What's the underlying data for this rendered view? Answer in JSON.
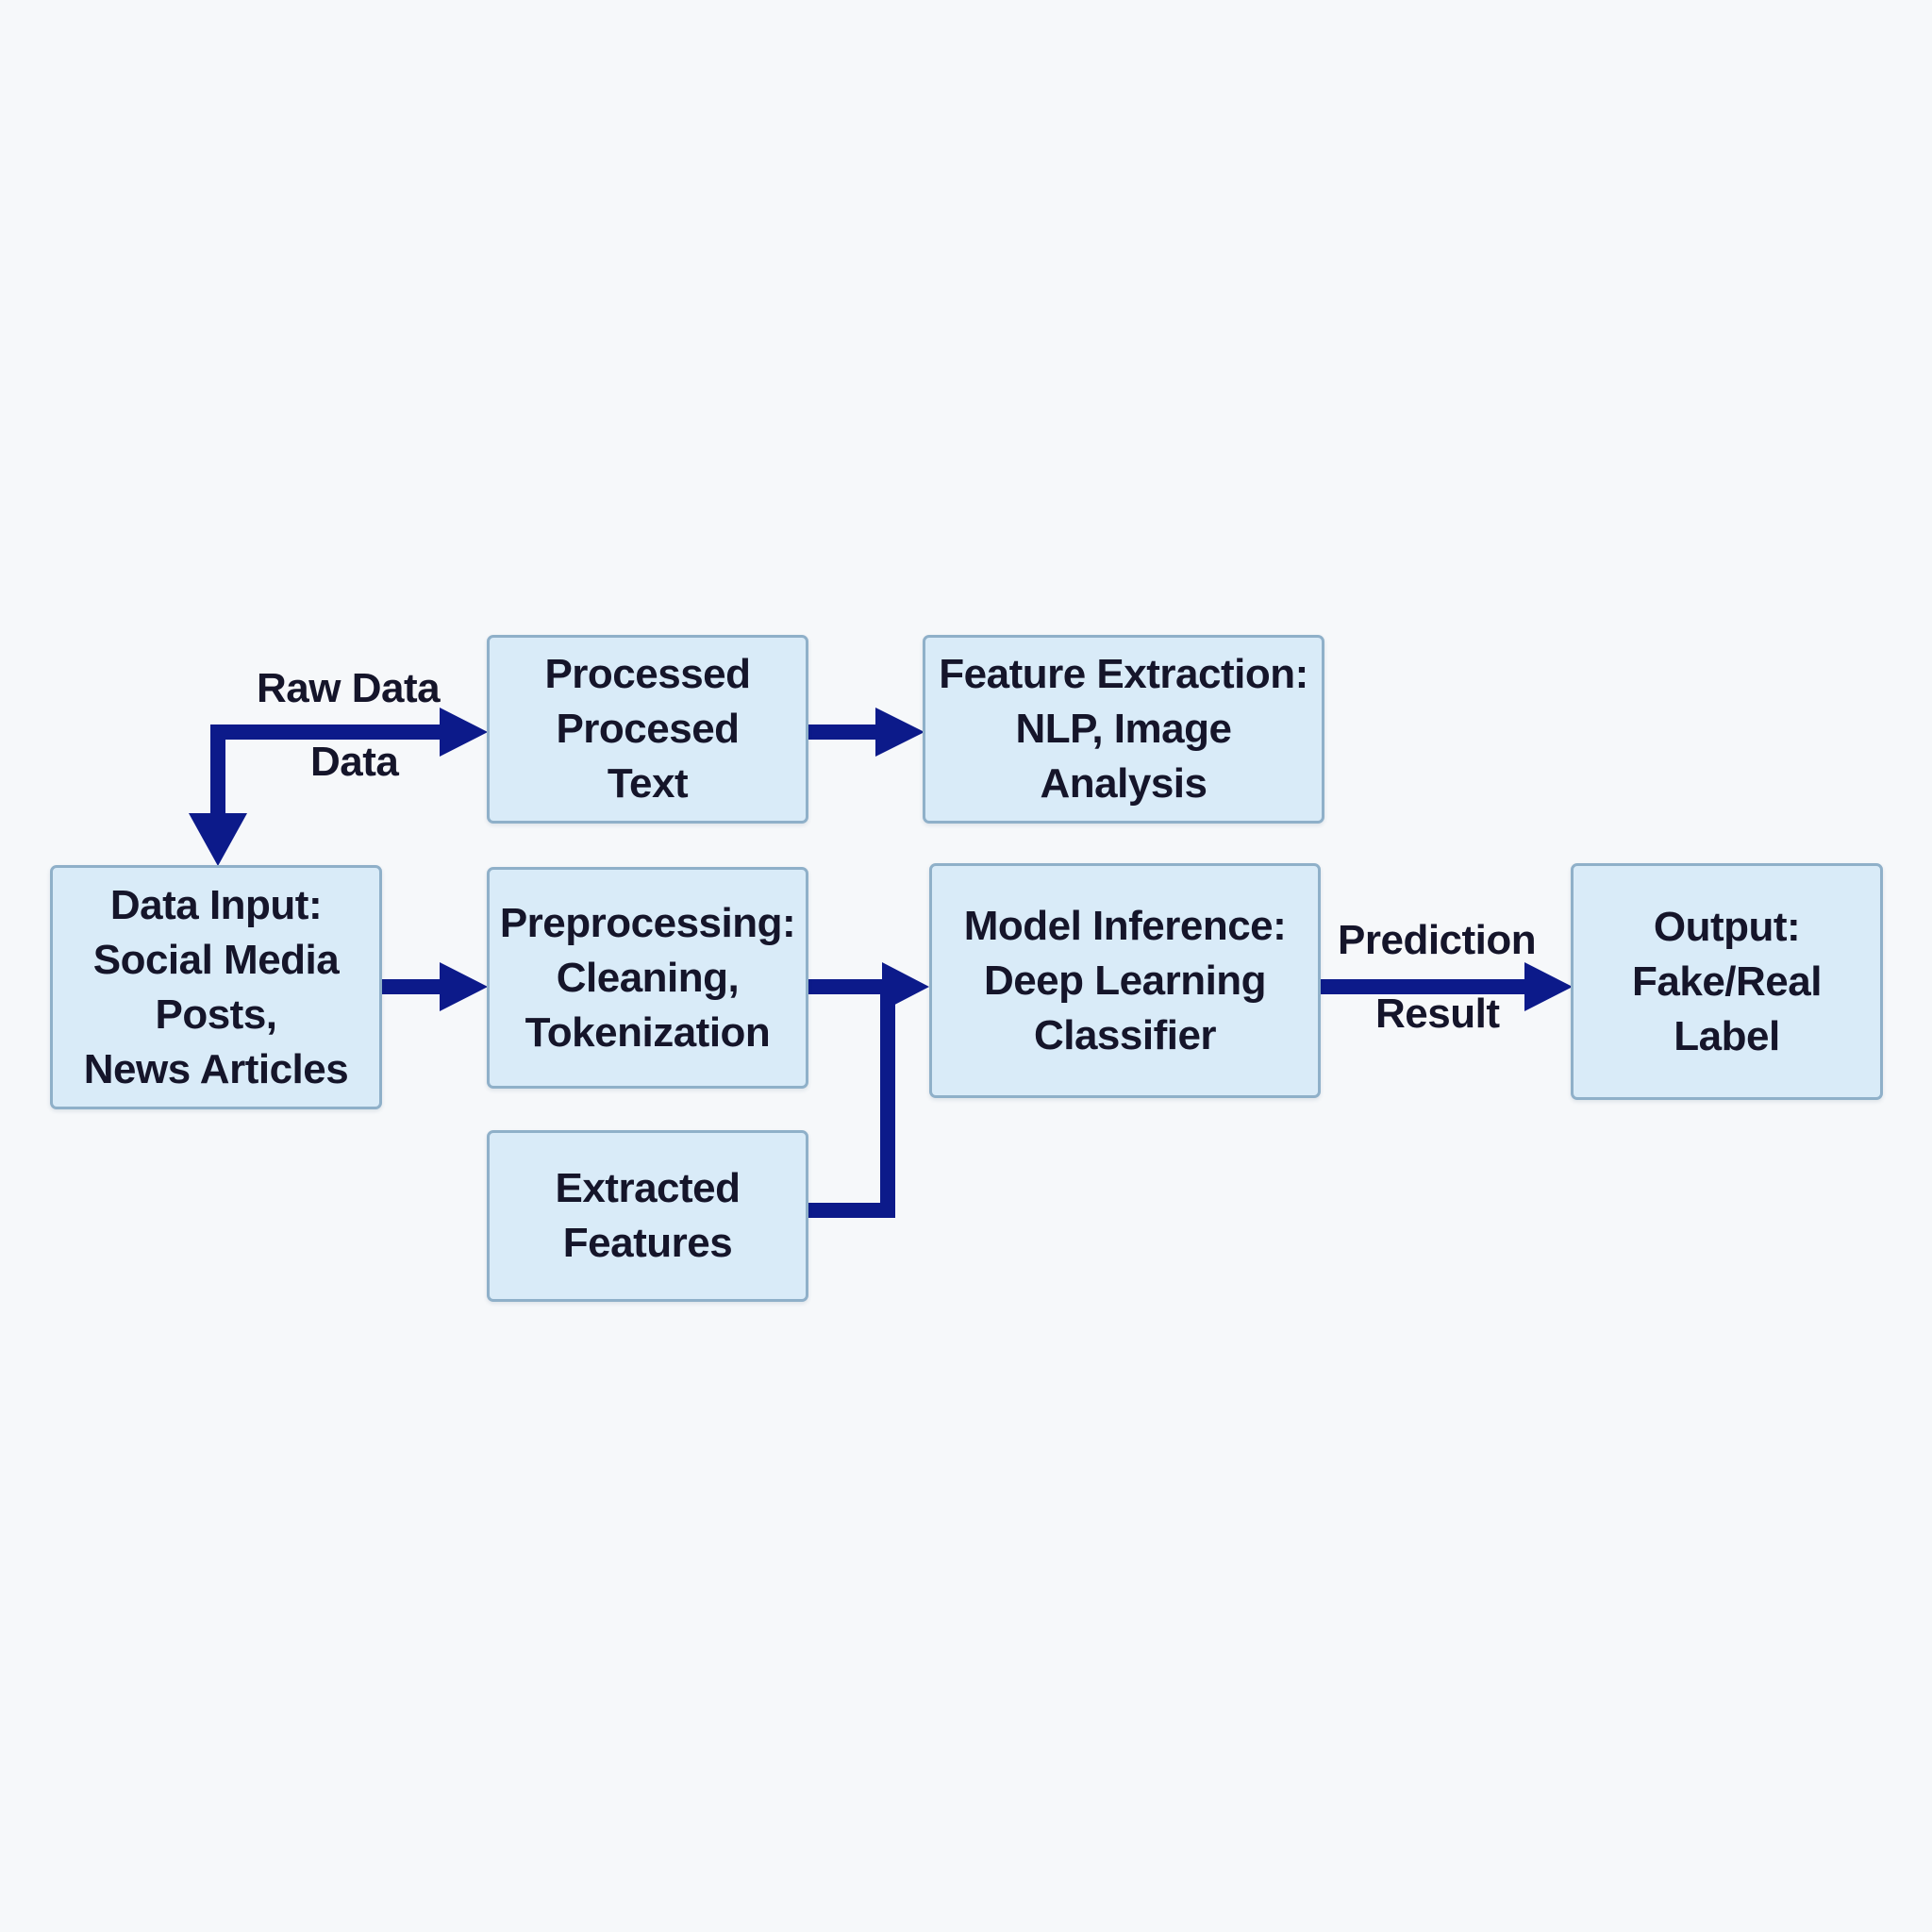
{
  "colors": {
    "background": "#f6f8fa",
    "box_fill": "#d9ebf8",
    "box_border": "#8fb0c9",
    "arrow": "#0c1a8a",
    "text": "#15152a"
  },
  "nodes": {
    "processed_text": {
      "lines": [
        "Processed",
        "Procesed",
        "Text"
      ]
    },
    "feature_extraction": {
      "lines": [
        "Feature Extraction:",
        "NLP, Image",
        "Analysis"
      ]
    },
    "data_input": {
      "lines": [
        "Data Input:",
        "Social Media",
        "Posts,",
        "News Articles"
      ]
    },
    "preprocessing": {
      "lines": [
        "Preprocessing:",
        "Cleaning,",
        "Tokenization"
      ]
    },
    "extracted_features": {
      "lines": [
        "Extracted",
        "Features"
      ]
    },
    "model_inference": {
      "lines": [
        "Model Inference:",
        "Deep Learning",
        "Classifier"
      ]
    },
    "output": {
      "lines": [
        "Output:",
        "Fake/Real",
        "Label"
      ]
    }
  },
  "edge_labels": {
    "raw_data": "Raw Data",
    "data": "Data",
    "prediction": "Prediction",
    "result": "Result"
  }
}
